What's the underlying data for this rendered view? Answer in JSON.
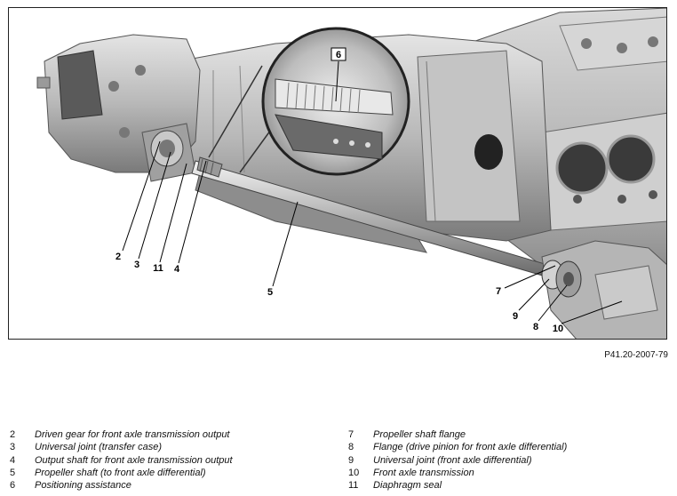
{
  "figure": {
    "callouts": {
      "c6": "6",
      "c2": "2",
      "c3": "3",
      "c11": "11",
      "c4": "4",
      "c5": "5",
      "c7": "7",
      "c9": "9",
      "c8": "8",
      "c10": "10"
    }
  },
  "reference": "P41.20-2007-79",
  "legend": {
    "left": [
      {
        "num": "2",
        "text": "Driven gear for front axle transmission output"
      },
      {
        "num": "3",
        "text": "Universal joint (transfer case)"
      },
      {
        "num": "4",
        "text": "Output shaft for front axle transmission output"
      },
      {
        "num": "5",
        "text": "Propeller shaft (to front axle differential)"
      },
      {
        "num": "6",
        "text": "Positioning assistance"
      }
    ],
    "right": [
      {
        "num": "7",
        "text": "Propeller shaft flange"
      },
      {
        "num": "8",
        "text": "Flange (drive pinion for front axle differential)"
      },
      {
        "num": "9",
        "text": "Universal joint (front axle differential)"
      },
      {
        "num": "10",
        "text": "Front axle transmission"
      },
      {
        "num": "11",
        "text": "Diaphragm seal"
      }
    ]
  }
}
